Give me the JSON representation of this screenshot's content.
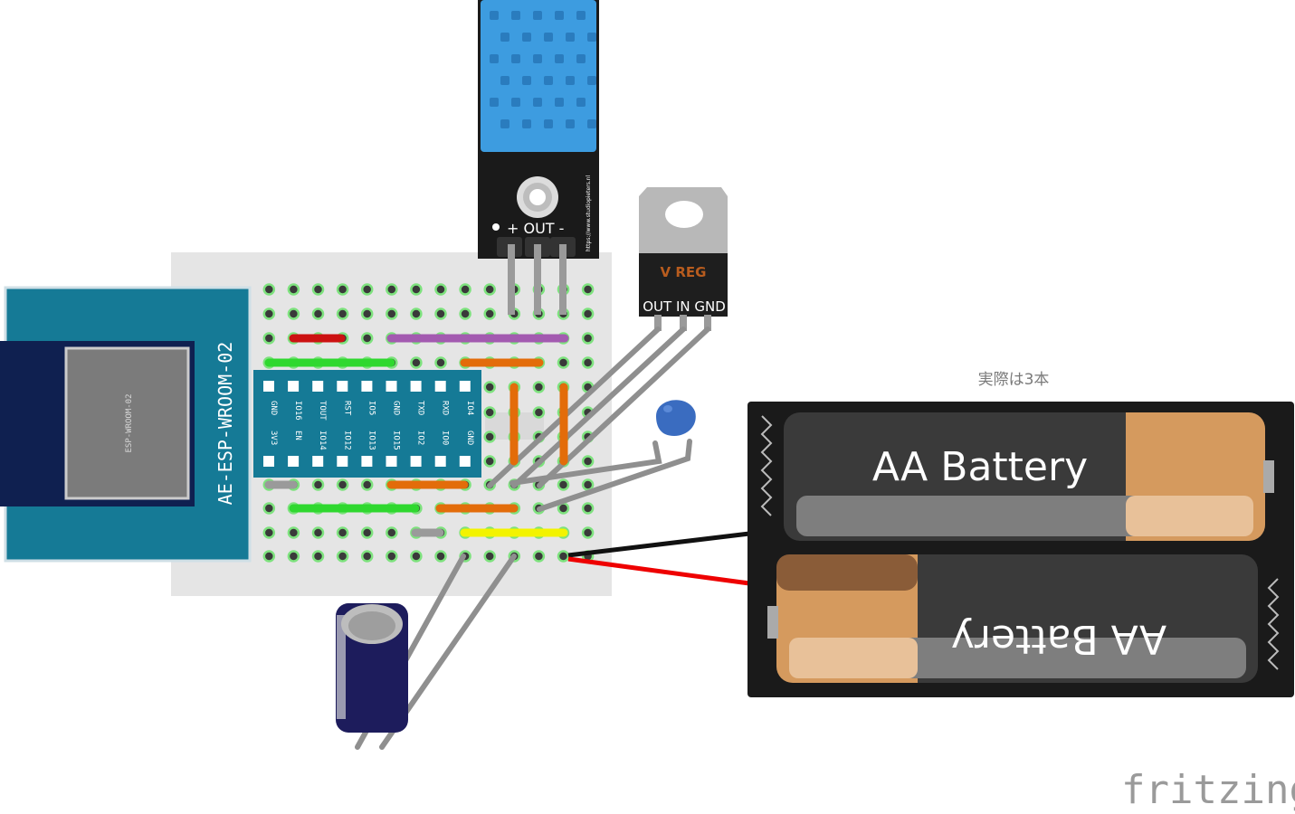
{
  "esp_module": {
    "board_label": "AE-ESP-WROOM-02",
    "chip_label": "ESP-WROOM-02",
    "pins_top": [
      "GND",
      "IO16",
      "TOUT",
      "RST",
      "IO5",
      "GND",
      "TXD",
      "RXD",
      "IO4"
    ],
    "pins_bottom": [
      "3V3",
      "EN",
      "IO14",
      "IO12",
      "IO13",
      "IO15",
      "IO2",
      "IO0",
      "GND"
    ]
  },
  "dht_sensor": {
    "pin_labels": "+ OUT -",
    "url": "https://www.studiopieters.nl"
  },
  "regulator": {
    "label": "V REG",
    "pin_labels": "OUT IN GND"
  },
  "battery_note": "実際は3本",
  "batteries": [
    {
      "label": "AA Battery"
    },
    {
      "label": "AA Battery"
    }
  ],
  "brand": "fritzing",
  "colors": {
    "esp_board": "#157a96",
    "esp_chip": "#7b7b7b",
    "dht_body": "#3d9ce0",
    "breadboard": "#e5e5e5",
    "wire_green": "#2fd82f",
    "wire_orange": "#e36c0a",
    "wire_purple": "#a35ab0",
    "wire_red": "#cc1111",
    "wire_yellow": "#f3f300",
    "wire_gray": "#8f8f8f",
    "battery_red": "#ee0000",
    "battery_black": "#111111",
    "capacitor_ceramic": "#3a6cc0",
    "capacitor_electrolytic": "#1d1c5c"
  }
}
